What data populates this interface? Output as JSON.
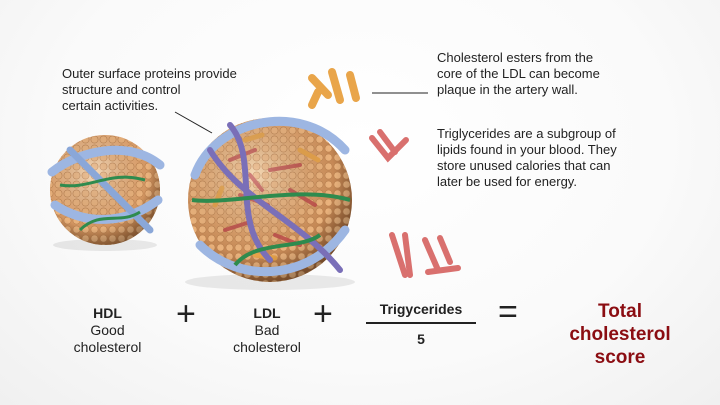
{
  "annotations": {
    "surface_proteins": [
      "Outer surface proteins provide",
      "structure and control",
      "certain activities."
    ],
    "cholesterol_esters": [
      "Cholesterol esters from the",
      "core of the LDL can become",
      "plaque in the artery wall."
    ],
    "triglycerides": [
      "Triglycerides are a subgroup of",
      "lipids found in your blood. They",
      "store unused calories that can",
      "later be used for energy."
    ]
  },
  "formula": {
    "hdl": {
      "title": "HDL",
      "line1": "Good",
      "line2": "cholesterol"
    },
    "plus1": "+",
    "ldl": {
      "title": "LDL",
      "line1": "Bad",
      "line2": "cholesterol"
    },
    "plus2": "+",
    "trig": {
      "numerator": "Trigycerides",
      "denominator": "5"
    },
    "equals": "=",
    "result": {
      "line1": "Total",
      "line2": "cholesterol",
      "line3": "score"
    }
  },
  "colors": {
    "result_text": "#8b0d12",
    "particle_core": "#e2a672",
    "protein_blue": "#8fb0de",
    "protein_purple": "#7a6fb8",
    "protein_green": "#2e8b4e",
    "ester_orange": "#e9a54a",
    "triglyceride_pink": "#d9706e"
  }
}
